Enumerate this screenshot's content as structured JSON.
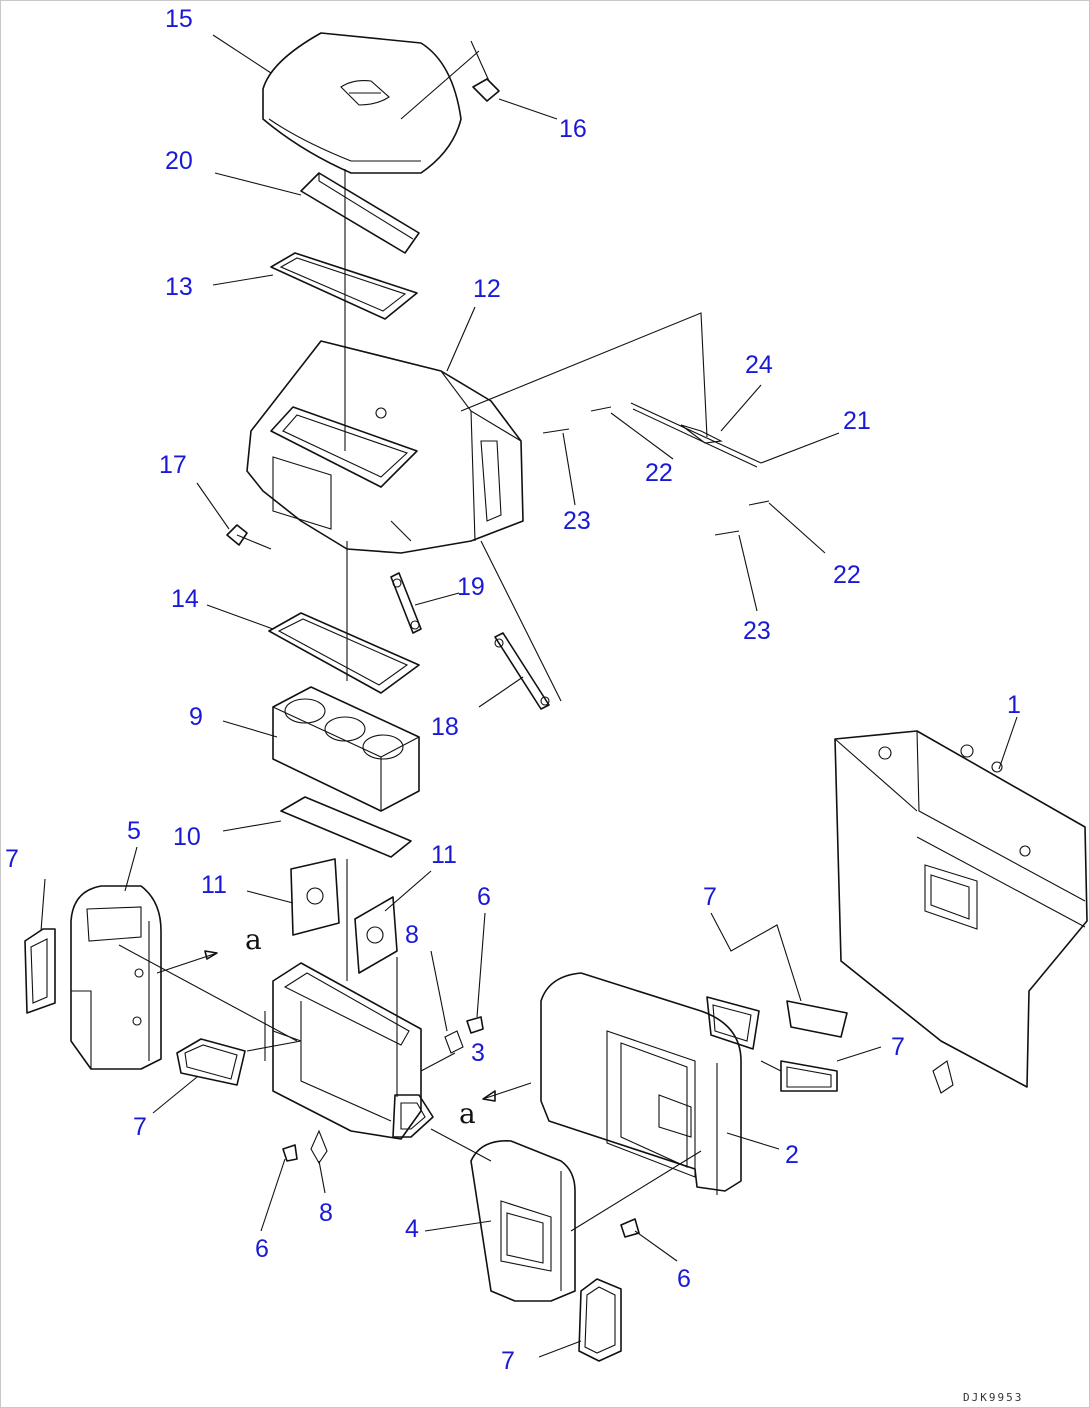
{
  "callouts": {
    "c1": "1",
    "c2": "2",
    "c3": "3",
    "c4": "4",
    "c5": "5",
    "c6a": "6",
    "c6b": "6",
    "c6c": "6",
    "c7a": "7",
    "c7b": "7",
    "c7c": "7",
    "c7d": "7",
    "c7e": "7",
    "c8a": "8",
    "c8b": "8",
    "c9": "9",
    "c10": "10",
    "c11a": "11",
    "c11b": "11",
    "c12": "12",
    "c13": "13",
    "c14": "14",
    "c15": "15",
    "c16": "16",
    "c17": "17",
    "c18": "18",
    "c19": "19",
    "c20": "20",
    "c21": "21",
    "c22a": "22",
    "c22b": "22",
    "c23a": "23",
    "c23b": "23",
    "c24": "24"
  },
  "reference_marks": {
    "a_left": "a",
    "a_right": "a"
  },
  "drawing_code": "DJK9953",
  "colors": {
    "callout": "#1a1ad6",
    "line": "#111111",
    "background": "#ffffff"
  }
}
